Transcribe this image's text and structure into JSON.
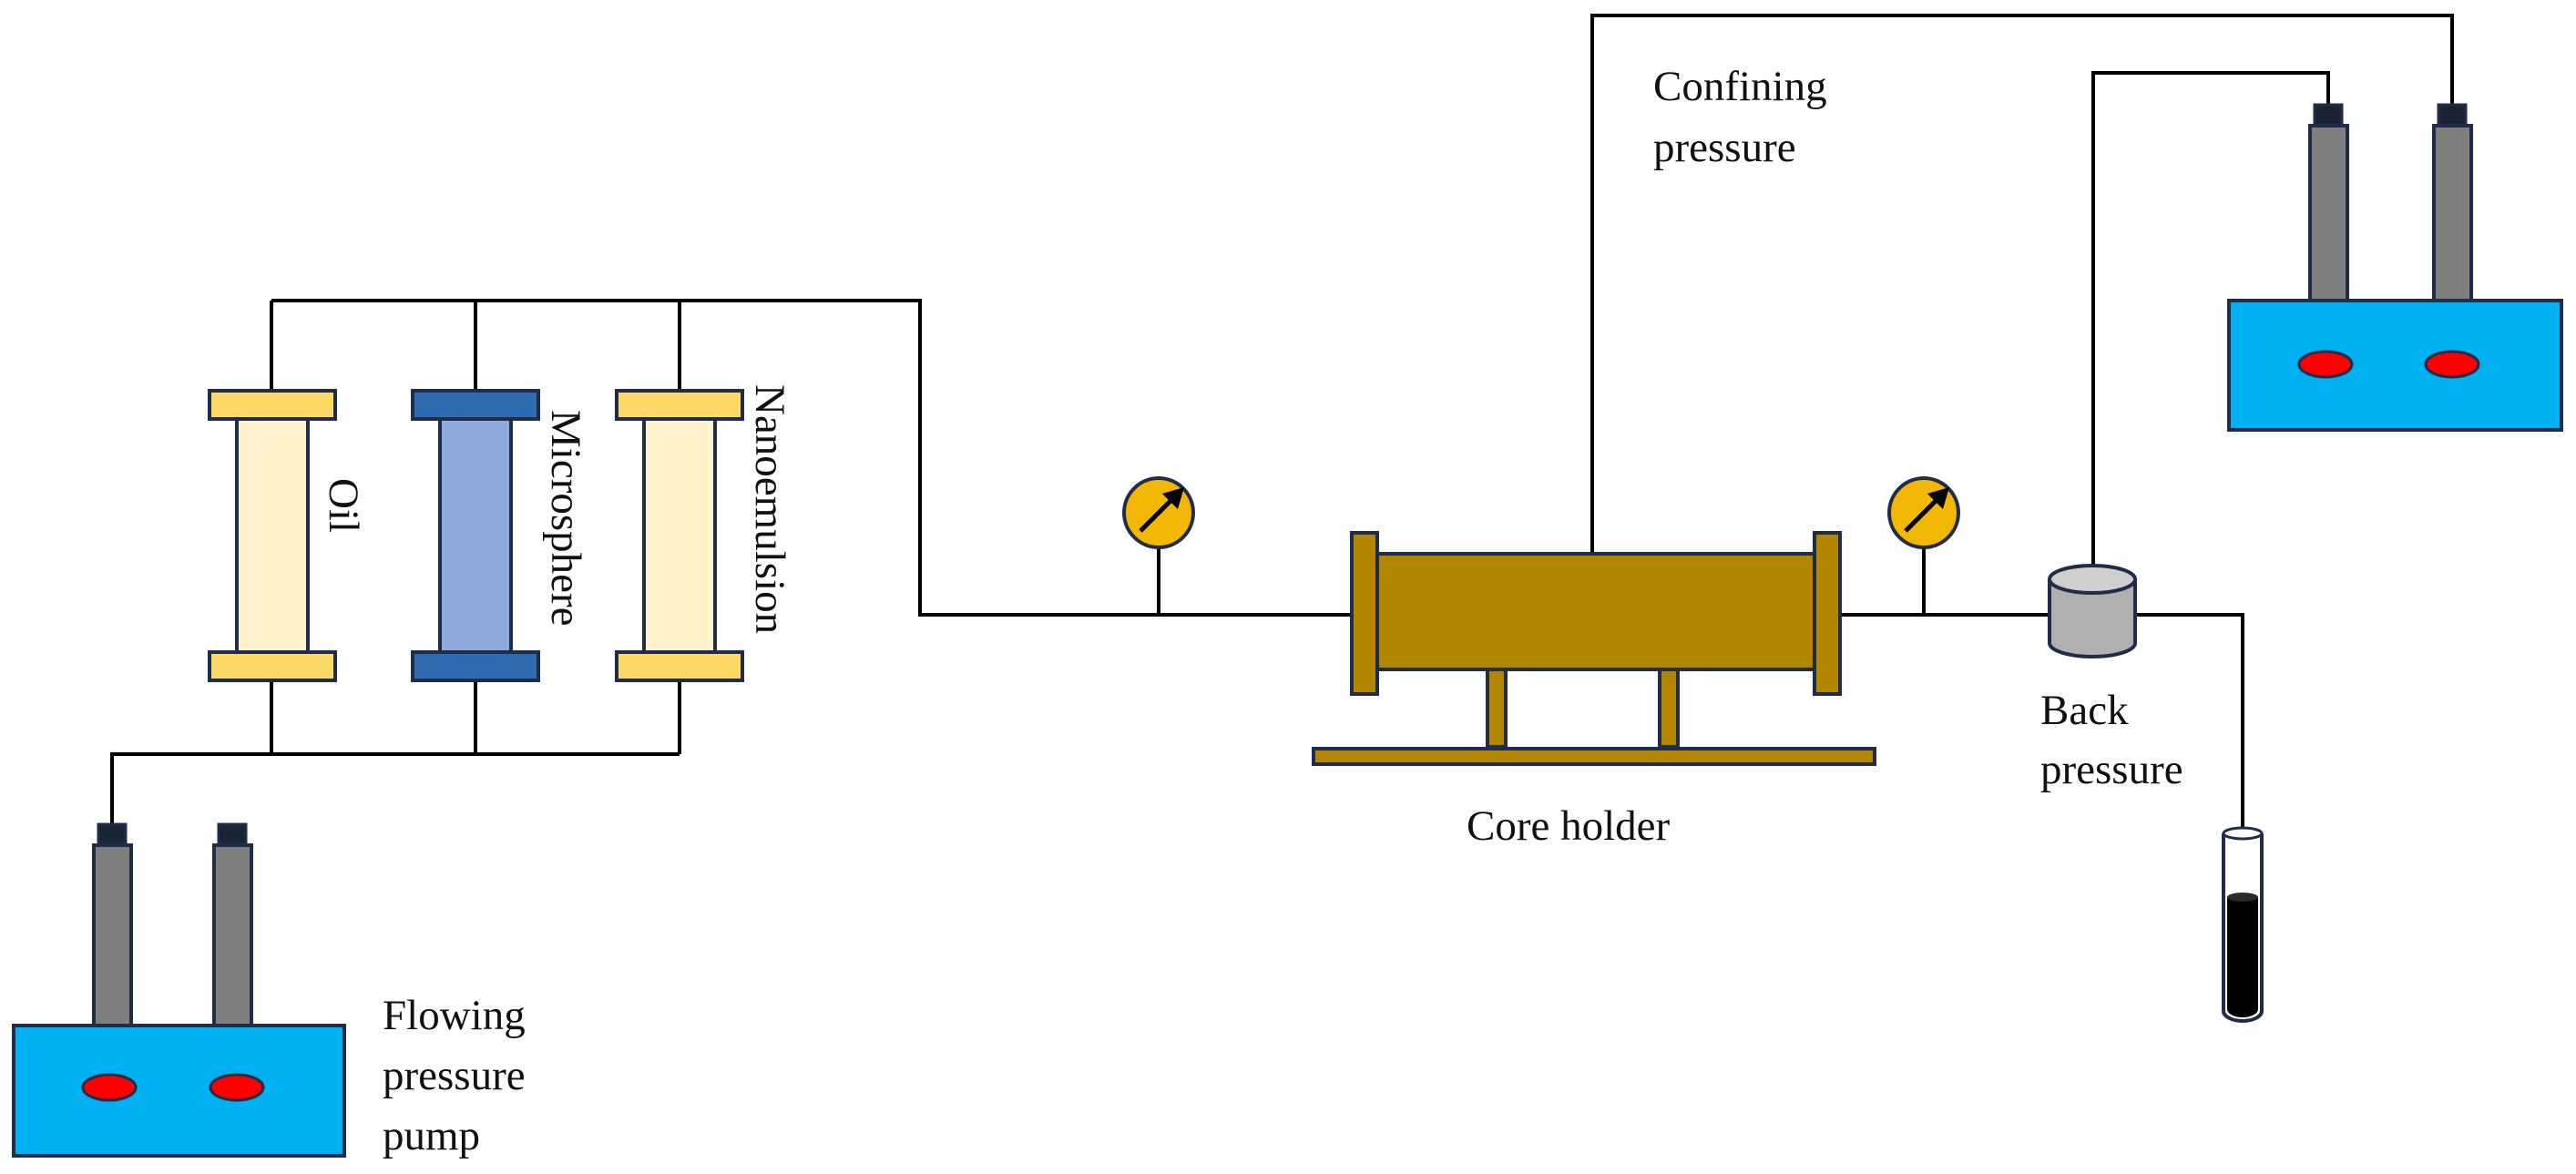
{
  "labels": {
    "oil": "Oil",
    "microsphere": "Microsphere",
    "nanoemulsion": "Nanoemulsion",
    "flowing_pressure_pump": [
      "Flowing",
      "pressure",
      "pump"
    ],
    "core_holder": "Core holder",
    "confining_pressure": [
      "Confining",
      "pressure"
    ],
    "back_pressure": [
      "Back",
      "pressure"
    ]
  },
  "colors": {
    "line": "#000000",
    "outline": "#1f2d4a",
    "pump_body": "#00b0f0",
    "pump_light": "#ff0000",
    "pump_cylinder": "#7f7f7f",
    "pump_cap": "#1a2433",
    "container_end_yellow": "#ffd966",
    "container_body_cream": "#fff2cc",
    "container_end_blue": "#2e6bb0",
    "container_body_blue": "#8faadc",
    "core_holder": "#b38600",
    "gauge": "#f2b705",
    "back_pressure_valve": "#b0b0b0",
    "tube_fluid": "#000000",
    "tube_glass": "#ffffff"
  },
  "icons": {
    "gauge": "pressure-gauge-icon",
    "pump": "pump-icon",
    "tube": "test-tube-icon"
  }
}
